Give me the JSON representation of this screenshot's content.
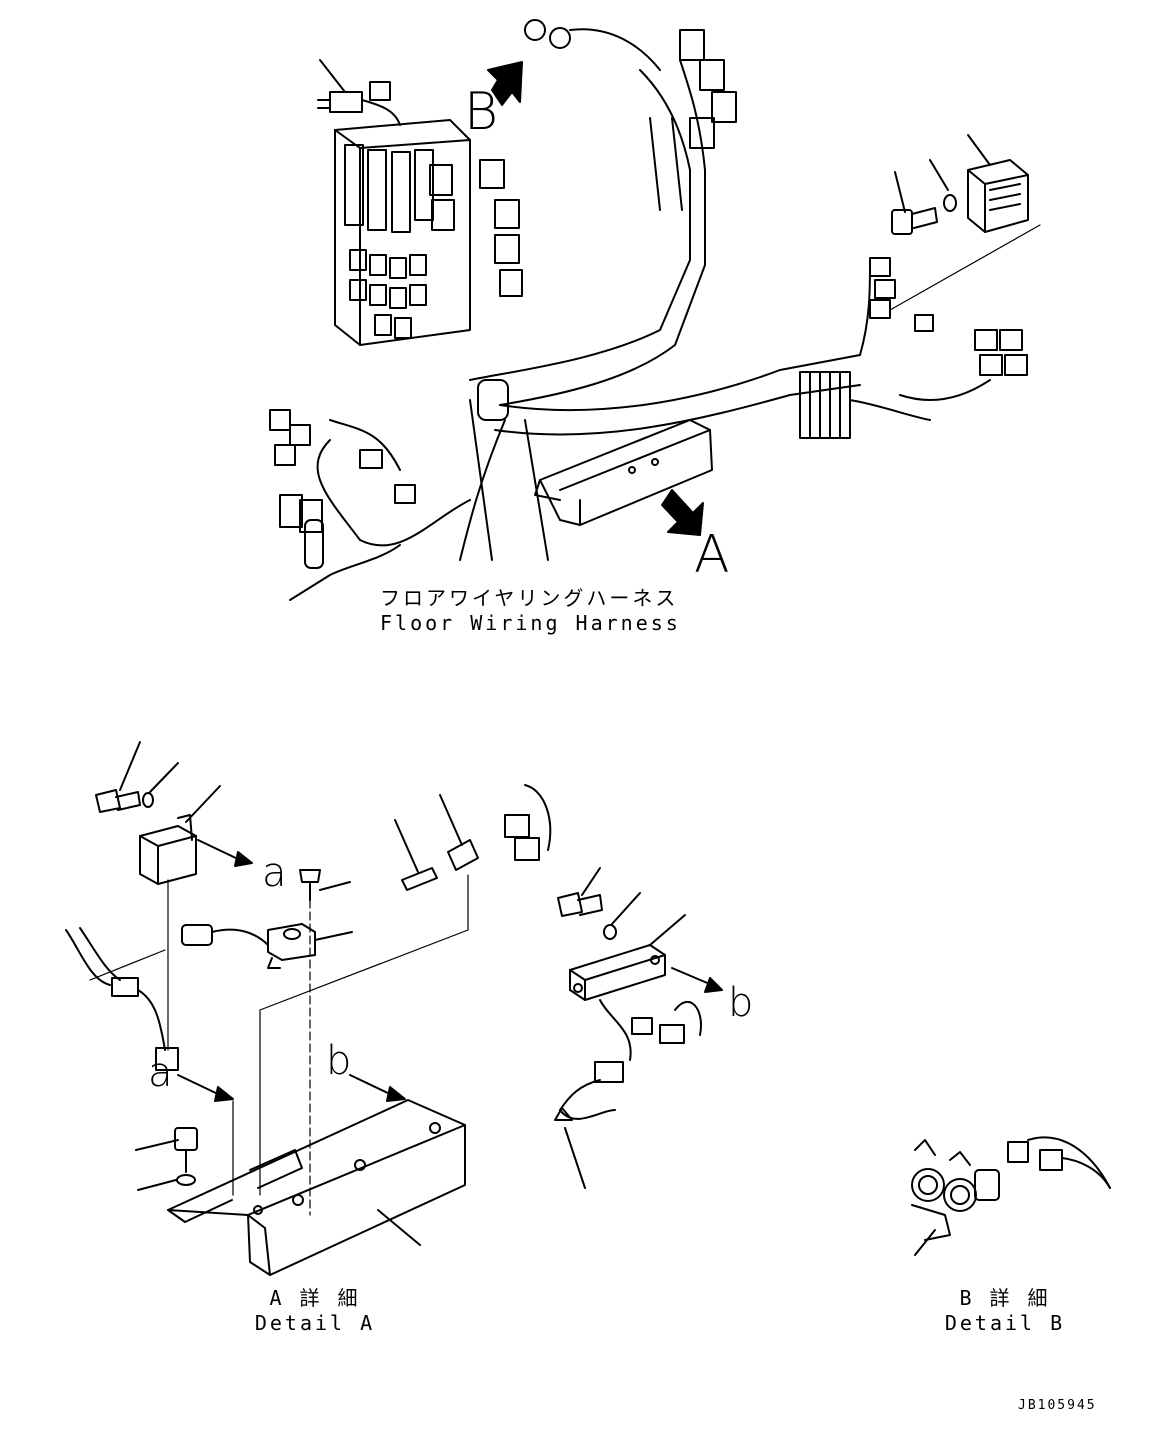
{
  "main_caption": {
    "jp": "フロアワイヤリングハーネス",
    "en": "Floor Wiring Harness"
  },
  "view_labels": {
    "a": "A",
    "b": "B"
  },
  "detail_a": {
    "jp": "A 詳 細",
    "en": "Detail A"
  },
  "detail_b": {
    "jp": "B 詳 細",
    "en": "Detail B"
  },
  "ref_labels": {
    "a": "a",
    "b": "b"
  },
  "drawing_code": "JB105945"
}
